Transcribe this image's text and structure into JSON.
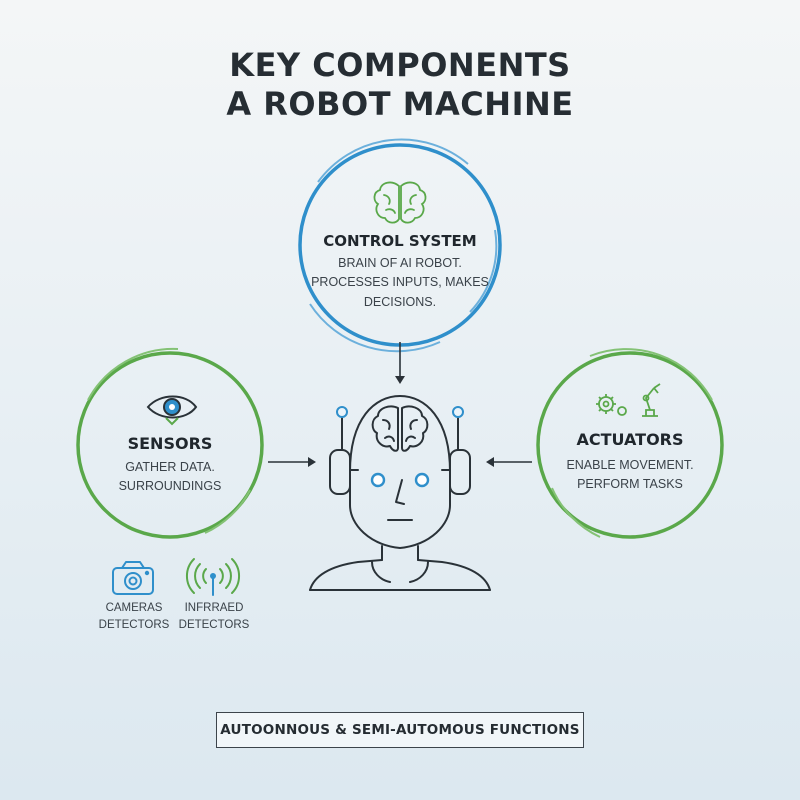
{
  "title": {
    "line1": "KEY COMPONENTS",
    "line2": "A ROBOT MACHINE"
  },
  "control_system": {
    "title": "CONTROL SYSTEM",
    "description": "BRAIN OF AI ROBOT. PROCESSES INPUTS, MAKES DECISIONS.",
    "color": "#2f8fcb",
    "icon": "brain-icon"
  },
  "sensors": {
    "title": "SENSORS",
    "description": "GATHER DATA. SURROUNDINGS",
    "color": "#5aa84a",
    "icon": "eye-icon",
    "examples": [
      {
        "label": "CAMERAS DETECTORS",
        "icon": "camera-icon"
      },
      {
        "label": "INFRRAED DETECTORS",
        "icon": "infrared-signal-icon"
      }
    ]
  },
  "actuators": {
    "title": "ACTUATORS",
    "description": "ENABLE MOVEMENT. PERFORM TASKS",
    "color": "#5aa84a",
    "icon": "gear-robot-arm-icon"
  },
  "center": {
    "icon": "robot-head-icon",
    "accent": "#2f8fcb"
  },
  "footer": {
    "label": "AUTOONNOUS & SEMI-AUTOMOUS FUNCTIONS"
  }
}
